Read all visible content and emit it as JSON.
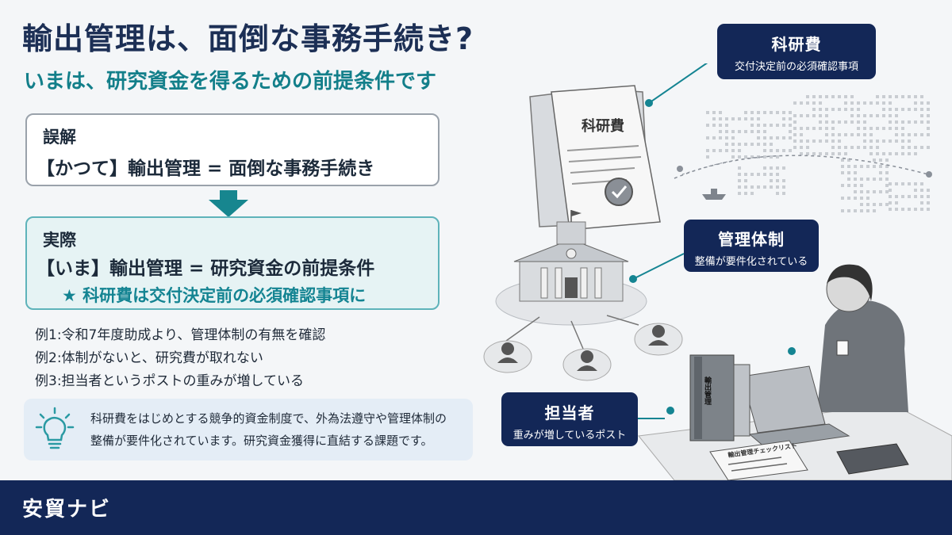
{
  "title": "輸出管理は、面倒な事務手続き?",
  "subtitle": "いまは、研究資金を得るための前提条件です",
  "misconception": {
    "label": "誤解",
    "text": "【かつて】輸出管理 = 面倒な事務手続き"
  },
  "reality": {
    "label": "実際",
    "text": "【いま】輸出管理 = 研究資金の前提条件",
    "highlight": "★ 科研費は交付決定前の必須確認事項に"
  },
  "examples": [
    "例1:令和7年度助成より、管理体制の有無を確認",
    "例2:体制がないと、研究費が取れない",
    "例3:担当者というポストの重みが増している"
  ],
  "tip": {
    "icon": "lightbulb-icon",
    "line1": "科研費をはじめとする競争的資金制度で、外為法遵守や管理体制の",
    "line2": "整備が要件化されています。研究資金獲得に直結する課題です。"
  },
  "illustration": {
    "document_title": "科研費",
    "checklist_title": "輸出管理チェックリスト",
    "binder_label": "輸出管理"
  },
  "callouts": [
    {
      "title": "科研費",
      "subtitle": "交付決定前の必須確認事項"
    },
    {
      "title": "管理体制",
      "subtitle": "整備が要件化されている"
    },
    {
      "title": "担当者",
      "subtitle": "重みが増しているポスト"
    }
  ],
  "footer": {
    "brand": "安貿ナビ"
  },
  "colors": {
    "navy": "#132757",
    "teal": "#17868f",
    "accent": "#148492"
  }
}
